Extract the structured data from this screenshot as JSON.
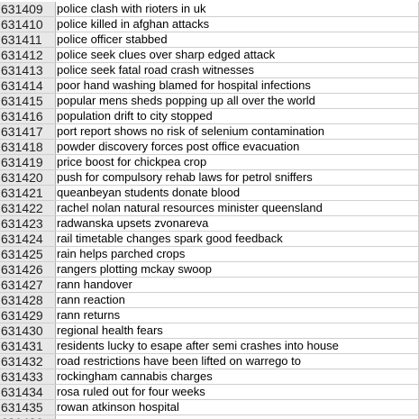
{
  "spreadsheet": {
    "rows": [
      {
        "num": "631409",
        "text": "police clash with rioters in uk"
      },
      {
        "num": "631410",
        "text": "police killed in afghan attacks"
      },
      {
        "num": "631411",
        "text": "police officer stabbed"
      },
      {
        "num": "631412",
        "text": "police seek clues over sharp edged attack"
      },
      {
        "num": "631413",
        "text": "police seek fatal road crash witnesses"
      },
      {
        "num": "631414",
        "text": "poor hand washing blamed for hospital infections"
      },
      {
        "num": "631415",
        "text": "popular mens sheds popping up all over the world"
      },
      {
        "num": "631416",
        "text": "population drift to city stopped"
      },
      {
        "num": "631417",
        "text": "port report shows no risk of selenium contamination"
      },
      {
        "num": "631418",
        "text": "powder discovery forces post office evacuation"
      },
      {
        "num": "631419",
        "text": "price boost for chickpea crop"
      },
      {
        "num": "631420",
        "text": "push for compulsory rehab laws for petrol sniffers"
      },
      {
        "num": "631421",
        "text": "queanbeyan students donate blood"
      },
      {
        "num": "631422",
        "text": "rachel nolan natural resources minister queensland"
      },
      {
        "num": "631423",
        "text": "radwanska upsets zvonareva"
      },
      {
        "num": "631424",
        "text": "rail timetable changes spark good feedback"
      },
      {
        "num": "631425",
        "text": "rain helps parched crops"
      },
      {
        "num": "631426",
        "text": "rangers plotting mckay swoop"
      },
      {
        "num": "631427",
        "text": "rann handover"
      },
      {
        "num": "631428",
        "text": "rann reaction"
      },
      {
        "num": "631429",
        "text": "rann returns"
      },
      {
        "num": "631430",
        "text": "regional health fears"
      },
      {
        "num": "631431",
        "text": "residents lucky to esape after semi crashes into house"
      },
      {
        "num": "631432",
        "text": "road restrictions have been lifted on warrego to"
      },
      {
        "num": "631433",
        "text": "rockingham cannabis charges"
      },
      {
        "num": "631434",
        "text": "rosa ruled out for four weeks"
      },
      {
        "num": "631435",
        "text": "rowan atkinson hospital"
      },
      {
        "num": "631436",
        "text": ""
      }
    ]
  }
}
